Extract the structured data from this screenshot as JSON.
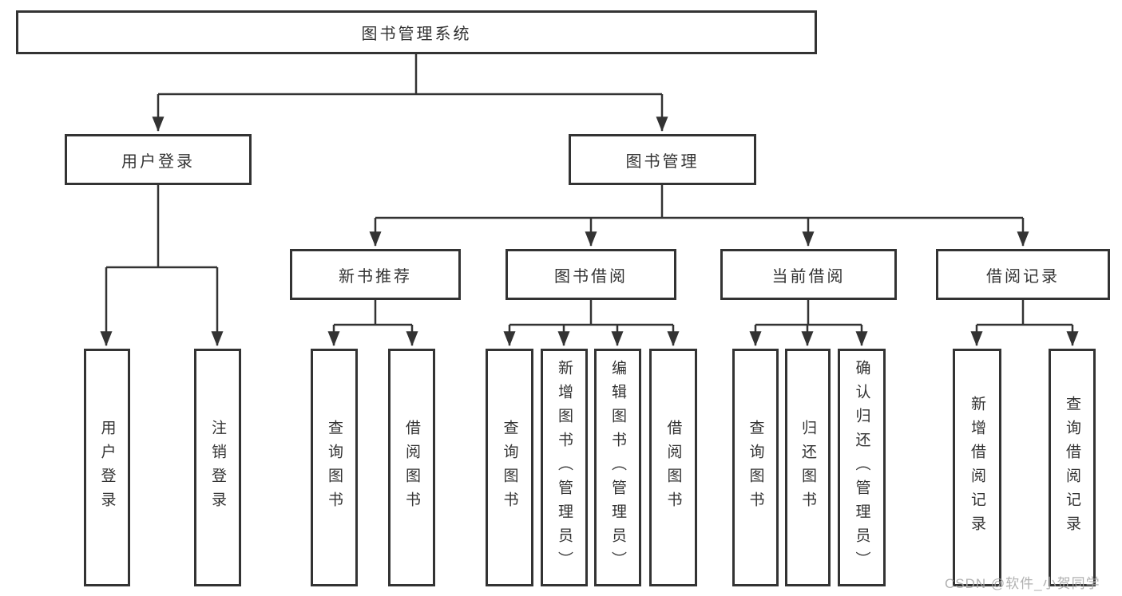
{
  "diagram": {
    "title": "图书管理系统",
    "root": "图书管理系统",
    "user_branch": {
      "label": "用户登录",
      "children": [
        "用户登录",
        "注销登录"
      ]
    },
    "book_branch": {
      "label": "图书管理",
      "groups": [
        {
          "label": "新书推荐",
          "children": [
            "查询图书",
            "借阅图书"
          ]
        },
        {
          "label": "图书借阅",
          "children": [
            "查询图书",
            "新增图书（管理员）",
            "编辑图书（管理员）",
            "借阅图书"
          ]
        },
        {
          "label": "当前借阅",
          "children": [
            "查询图书",
            "归还图书",
            "确认归还（管理员）"
          ]
        },
        {
          "label": "借阅记录",
          "children": [
            "新增借阅记录",
            "查询借阅记录"
          ]
        }
      ]
    }
  },
  "watermark": "CSDN @软件_小贺同学",
  "colors": {
    "line": "#333333",
    "box_border": "#333333",
    "text": "#333333",
    "watermark": "#a8a8a8",
    "background": "#ffffff"
  }
}
